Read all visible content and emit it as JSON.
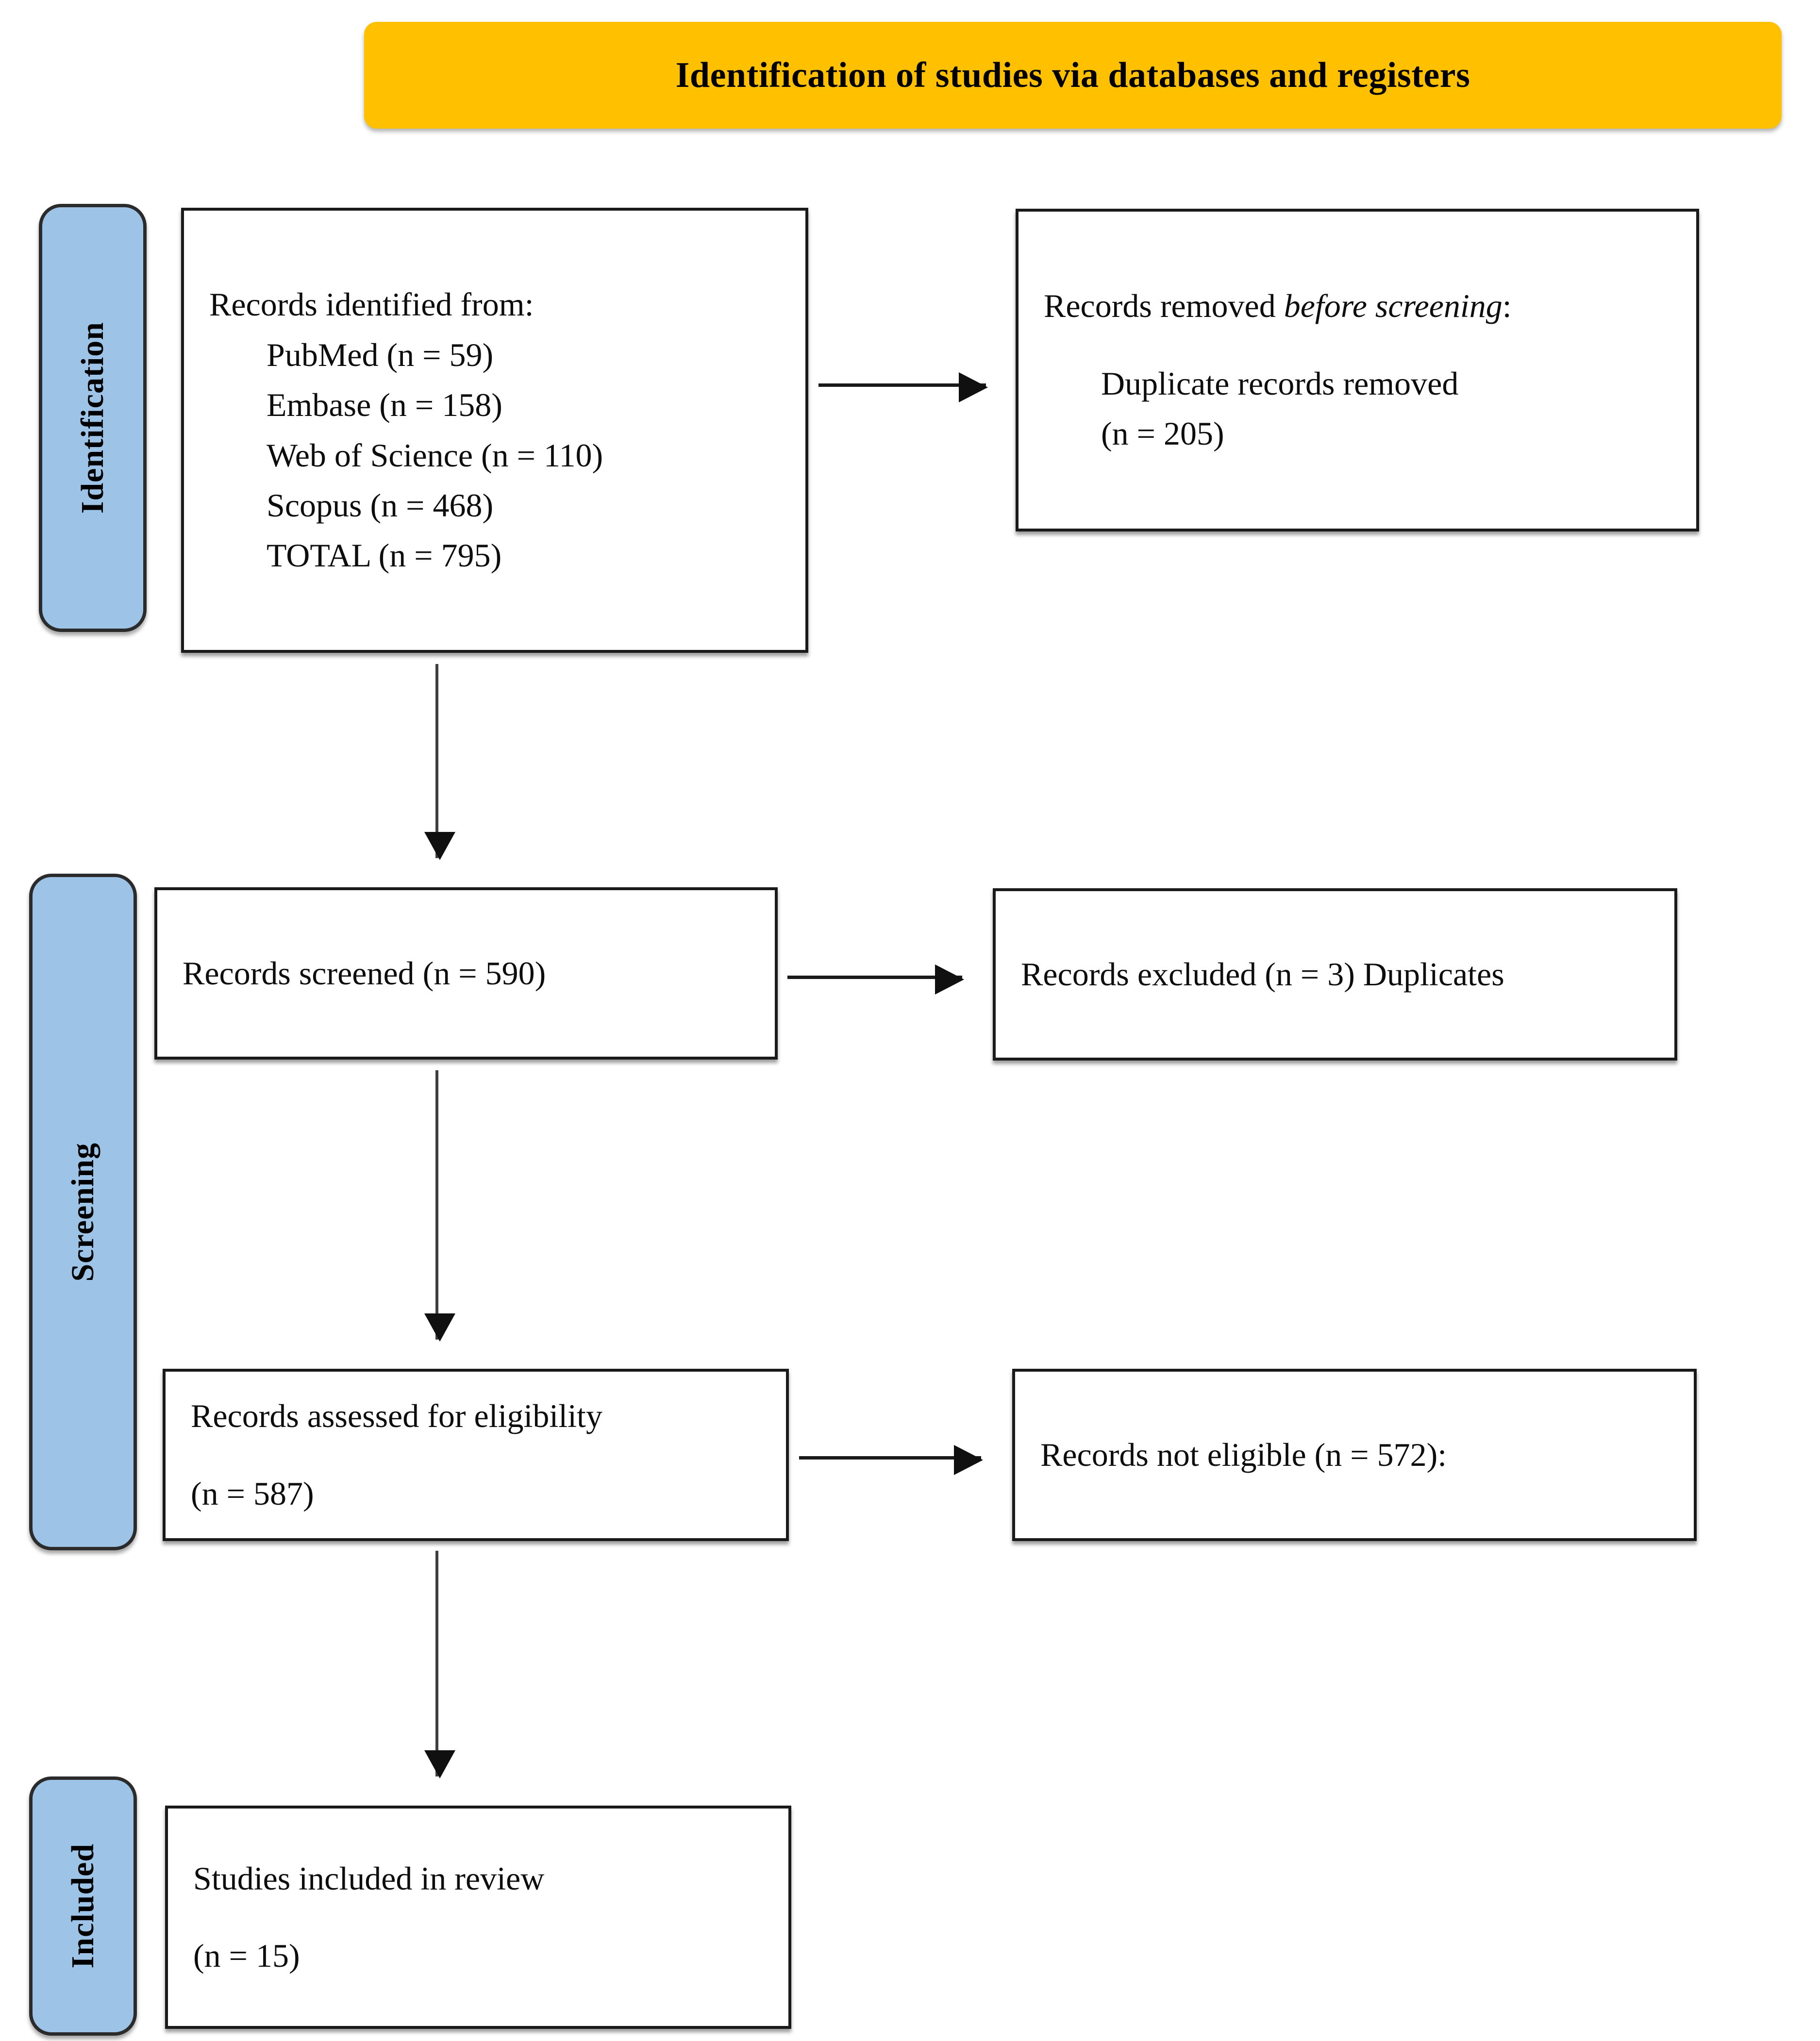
{
  "banner": {
    "title": "Identification of studies via databases and registers",
    "color": "#FFC000"
  },
  "stages": {
    "accent_color": "#9DC3E6",
    "identification": "Identification",
    "screening": "Screening",
    "included": "Included"
  },
  "nodes": {
    "records_identified": {
      "heading": "Records identified from:",
      "sources": [
        "PubMed (n = 59)",
        "Embase (n = 158)",
        "Web of Science (n = 110)",
        "Scopus (n = 468)",
        "TOTAL (n = 795)"
      ]
    },
    "records_removed": {
      "heading_plain": "Records removed ",
      "heading_italic": "before screening",
      "heading_suffix": ":",
      "detail": "Duplicate records removed",
      "count": "(n = 205)"
    },
    "records_screened": {
      "text": "Records screened (n = 590)"
    },
    "records_excluded": {
      "text": "Records excluded (n = 3) Duplicates"
    },
    "records_assessed": {
      "text": "Records assessed for eligibility",
      "count": "(n = 587)"
    },
    "records_not_eligible": {
      "text": "Records not eligible (n = 572):"
    },
    "studies_included": {
      "text": "Studies included in review",
      "count": "(n = 15)"
    }
  },
  "chart_data": {
    "type": "diagram",
    "diagram_kind": "PRISMA flow diagram",
    "title": "Identification of studies via databases and registers",
    "stages": [
      "Identification",
      "Screening",
      "Included"
    ],
    "nodes": [
      {
        "id": "identified",
        "stage": "Identification",
        "label": "Records identified from",
        "n": 795,
        "breakdown": [
          {
            "source": "PubMed",
            "n": 59
          },
          {
            "source": "Embase",
            "n": 158
          },
          {
            "source": "Web of Science",
            "n": 110
          },
          {
            "source": "Scopus",
            "n": 468
          },
          {
            "source": "TOTAL",
            "n": 795
          }
        ]
      },
      {
        "id": "removed_before_screening",
        "stage": "Identification",
        "label": "Records removed before screening: Duplicate records removed",
        "n": 205
      },
      {
        "id": "screened",
        "stage": "Screening",
        "label": "Records screened",
        "n": 590
      },
      {
        "id": "excluded",
        "stage": "Screening",
        "label": "Records excluded - Duplicates",
        "n": 3
      },
      {
        "id": "assessed",
        "stage": "Screening",
        "label": "Records assessed for eligibility",
        "n": 587
      },
      {
        "id": "not_eligible",
        "stage": "Screening",
        "label": "Records not eligible",
        "n": 572
      },
      {
        "id": "included",
        "stage": "Included",
        "label": "Studies included in review",
        "n": 15
      }
    ],
    "edges": [
      {
        "from": "identified",
        "to": "removed_before_screening",
        "direction": "right"
      },
      {
        "from": "identified",
        "to": "screened",
        "direction": "down"
      },
      {
        "from": "screened",
        "to": "excluded",
        "direction": "right"
      },
      {
        "from": "screened",
        "to": "assessed",
        "direction": "down"
      },
      {
        "from": "assessed",
        "to": "not_eligible",
        "direction": "right"
      },
      {
        "from": "assessed",
        "to": "included",
        "direction": "down"
      }
    ]
  }
}
